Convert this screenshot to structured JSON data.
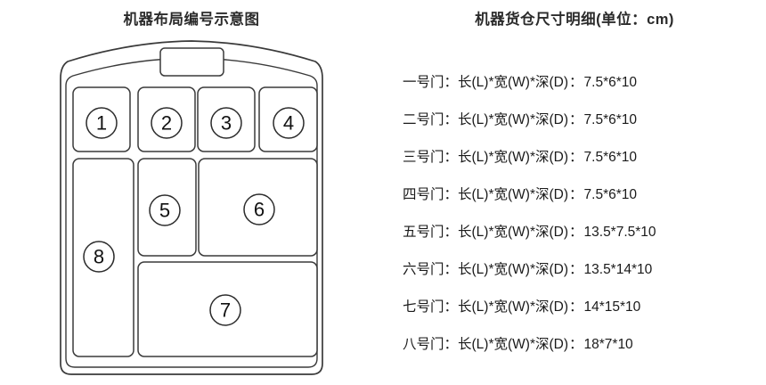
{
  "left": {
    "title": "机器布局编号示意图",
    "diagram": {
      "screen_label": "",
      "slots": [
        {
          "id": "1",
          "number": "1"
        },
        {
          "id": "2",
          "number": "2"
        },
        {
          "id": "3",
          "number": "3"
        },
        {
          "id": "4",
          "number": "4"
        },
        {
          "id": "5",
          "number": "5"
        },
        {
          "id": "6",
          "number": "6"
        },
        {
          "id": "7",
          "number": "7"
        },
        {
          "id": "8",
          "number": "8"
        }
      ]
    }
  },
  "right": {
    "title": "机器货仓尺寸明细(单位：cm)",
    "specs": [
      {
        "door": "一号门：",
        "dims_label": "长(L)*宽(W)*深(D)",
        "sep": "：",
        "value": "7.5*6*10"
      },
      {
        "door": "二号门：",
        "dims_label": "长(L)*宽(W)*深(D)",
        "sep": "：",
        "value": "7.5*6*10"
      },
      {
        "door": "三号门：",
        "dims_label": "长(L)*宽(W)*深(D)",
        "sep": "：",
        "value": "7.5*6*10"
      },
      {
        "door": "四号门：",
        "dims_label": "长(L)*宽(W)*深(D)",
        "sep": "：",
        "value": "7.5*6*10"
      },
      {
        "door": "五号门：",
        "dims_label": "长(L)*宽(W)*深(D)",
        "sep": "：",
        "value": "13.5*7.5*10"
      },
      {
        "door": "六号门：",
        "dims_label": "长(L)*宽(W)*深(D)",
        "sep": "：",
        "value": "13.5*14*10"
      },
      {
        "door": "七号门：",
        "dims_label": "长(L)*宽(W)*深(D)",
        "sep": "：",
        "value": "14*15*10"
      },
      {
        "door": "八号门：",
        "dims_label": "长(L)*宽(W)*深(D)",
        "sep": "：",
        "value": "18*7*10"
      }
    ]
  },
  "colors": {
    "background": "#ffffff",
    "stroke": "#3a3a3a",
    "text": "#1a1a1a",
    "fill": "#ffffff"
  }
}
